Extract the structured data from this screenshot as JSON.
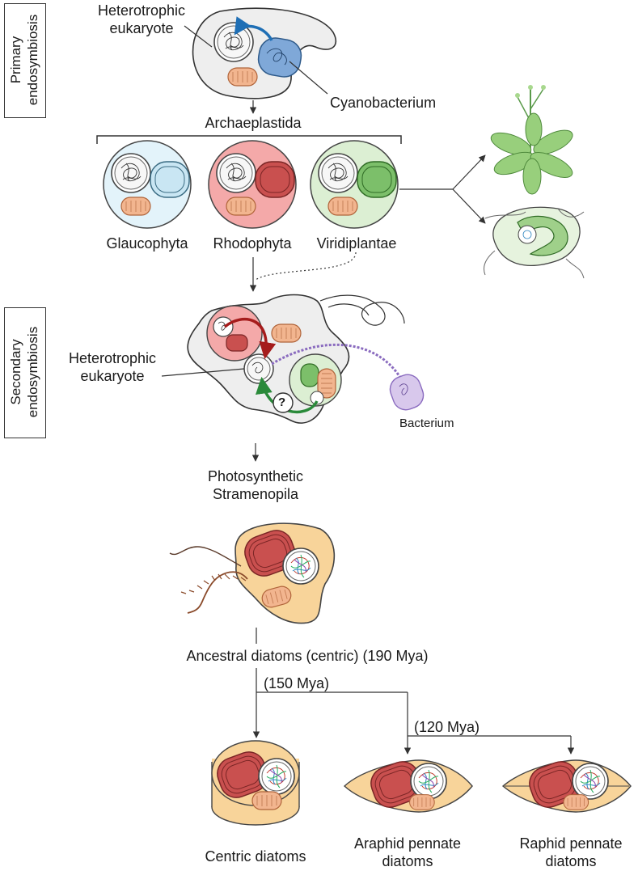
{
  "primary": {
    "side_label_1": "Primary",
    "side_label_2": "endosymbiosis",
    "host_line_1": "Heterotrophic",
    "host_line_2": "eukaryote",
    "cyanobacterium": "Cyanobacterium",
    "group": "Archaeplastida",
    "lineages": [
      "Glaucophyta",
      "Rhodophyta",
      "Viridiplantae"
    ]
  },
  "secondary": {
    "side_label_1": "Secondary",
    "side_label_2": "endosymbiosis",
    "host_line_1": "Heterotrophic",
    "host_line_2": "eukaryote",
    "bacterium": "Bacterium",
    "question_mark": "?",
    "result_line_1": "Photosynthetic",
    "result_line_2": "Stramenopila"
  },
  "diatoms": {
    "ancestral": "Ancestral diatoms (centric) (190 Mya)",
    "split_1": "(150 Mya)",
    "split_2": "(120 Mya)",
    "centric": "Centric diatoms",
    "araphid_line_1": "Araphid pennate",
    "araphid_line_2": "diatoms",
    "raphid_line_1": "Raphid pennate",
    "raphid_line_2": "diatoms"
  },
  "colors": {
    "host_cell": "#eeeeee",
    "glaucophyta": "#e3f3fa",
    "rhodophyta": "#f4a9a9",
    "viridiplantae": "#dcefd3",
    "cyanobacterium": "#7fa8d8",
    "plastid_red": "#c9504f",
    "plastid_green": "#7cbf6a",
    "mitochondrion": "#f2b58f",
    "diatom_cell": "#f8d49a",
    "arrow_red": "#a51c1c",
    "arrow_blue": "#1f6fb5",
    "arrow_green": "#2a8a3a",
    "arrow_purple": "#8a6bbf"
  }
}
